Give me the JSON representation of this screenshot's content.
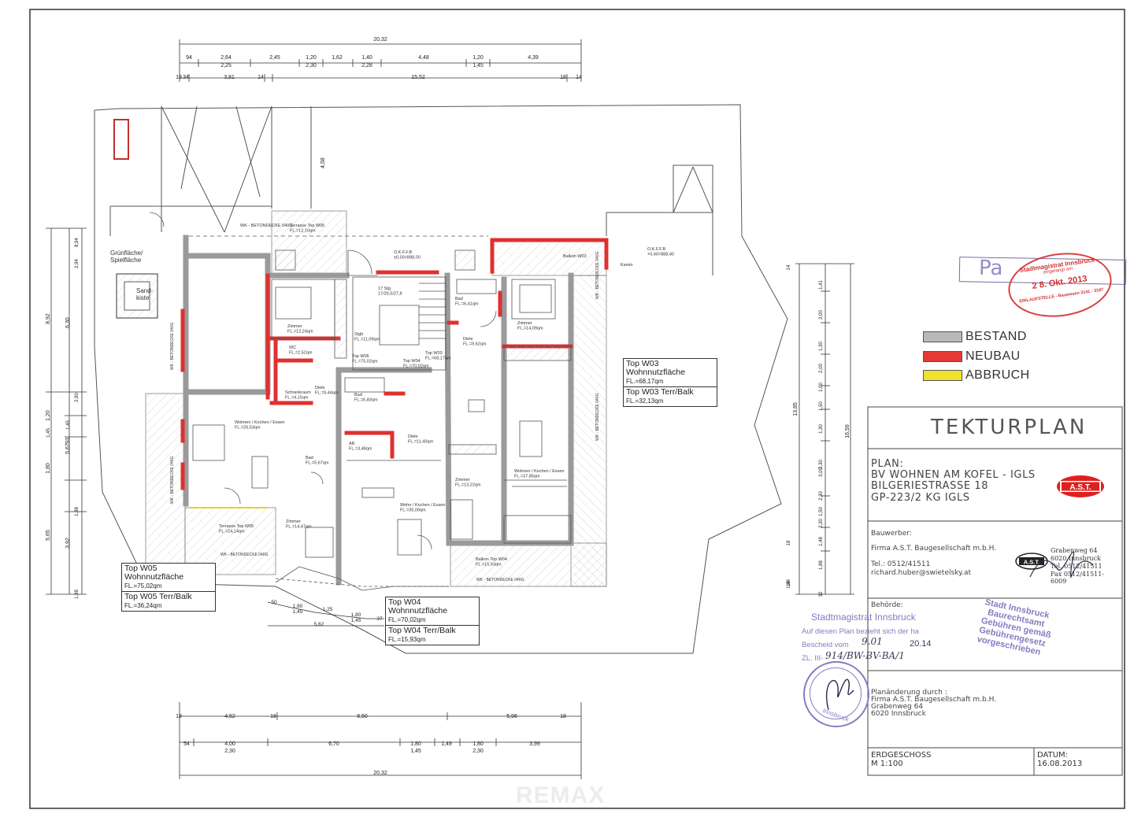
{
  "dimensions": {
    "top_total": "20,32",
    "top_row1": [
      "94",
      "2,64",
      "2,45",
      "1,20",
      "1,62",
      "1,40",
      "4,48",
      "1,20",
      "4,39"
    ],
    "top_row1_sub": [
      "2,25",
      "2,30",
      "2,28",
      "1,45"
    ],
    "top_row2": [
      "18",
      "34",
      "3,81",
      "14",
      "15,52",
      "18",
      "14"
    ],
    "top_vertical": "4,58",
    "left_vertical": [
      "8,92",
      "6,30",
      "1,20",
      "93",
      "1,80",
      "5,67",
      "5,65",
      "3,92"
    ],
    "left_small": [
      "2,94",
      "8,94",
      "2,90",
      "1,45",
      "1,45",
      "1,88",
      "1,88"
    ],
    "right_vertical_outer": [
      "13,85",
      "16,59"
    ],
    "right_vertical_inner": [
      "14",
      "1,41",
      "2,00",
      "1,30",
      "2,00",
      "1,00",
      "1,50",
      "1,30",
      "2,30",
      "3,00",
      "2,30",
      "1,50",
      "2,30",
      "1,48",
      "1,88",
      "1,88",
      "14",
      "18",
      "32"
    ],
    "bottom_row1": [
      "18",
      "4,52",
      "18",
      "8,50",
      "5,98",
      "18"
    ],
    "bottom_row2": [
      "54",
      "4,00",
      "6,70",
      "1,80",
      "1,49",
      "1,80",
      "3,99"
    ],
    "bottom_row2_sub": [
      "2,30",
      "1,45",
      "2,30"
    ],
    "bottom_total": "20,32",
    "bay_dims": [
      "50",
      "1,80",
      "1,45",
      "1,25",
      "1,80",
      "1,45",
      "5,62",
      "37"
    ]
  },
  "rooms": {
    "gruenflaeche": "Grünfläche/\nSpielfläche",
    "sandkiste": "Sand-\nkiste",
    "terrasse_w05_top": "Terrasse Top W05\nFL.=12,10qm",
    "okffb_1": "O.K.F.F.B\n±0,00=888,00",
    "okffb_2": "O.K.F.F.B\n+0,40=888,40",
    "zimmer_w05": "Zimmer\nFL.=12,24qm",
    "wc": "WC\nFL.=2,52qm",
    "schrankraum": "Schrankraum\nFL.=4,15qm",
    "diele_w05": "Diele\nFL.=9,44qm",
    "stgh": "Stgh\nFL.=11,09qm",
    "top_w05_lbl": "Top W05\nFL.=75,02qm",
    "top_w04_lbl": "Top W04\nFL.=70,02qm",
    "top_w03_lbl": "Top W03\nFL.=68,17qm",
    "bad_w03": "Bad\nFL.=6,41qm",
    "diele_w03": "Diele\nFL.=9,62qm",
    "zimmer_w03": "Zimmer\nFL.=14,09qm",
    "balkon_w03": "Balkon W03",
    "wohnen_w05": "Wohnen / Kochen / Essen\nFL.=26,53qm",
    "bad_w04": "Bad\nFL.=6,83qm",
    "ar": "AR\nFL.=3,48qm",
    "diele_w04": "Diele\nFL.=11,40qm",
    "bad_w05": "Bad\nFL.=5,67qm",
    "zimmer_w05b": "Zimmer\nFL.=14,47qm",
    "zimmer_w04": "Zimmer\nFL.=13,22qm",
    "wohnen_w04": "Wohn / Kochen / Essen\nFL.=35,09qm",
    "wohnen_w03": "Wohnen / Kochen / Essen\nFL.=37,85qm",
    "terrasse_w05": "Terrasse Top W05\nFL.=24,14qm",
    "balkon_w04": "Balkon Top W04\nFL.=15,93qm",
    "stair": "17 Stg\n17/26,5/27,8",
    "betondecke": "WK - BETONDECKE 040G",
    "kamin": "Kamin",
    "wk_top": "WK - BETONDECKE 040G"
  },
  "unit_boxes": {
    "w03": {
      "name": "Top W03\nWohnnutzfläche",
      "area": "FL.=68,17qm",
      "terr": "Top W03 Terr/Balk",
      "terr_area": "FL.=32,13qm"
    },
    "w05": {
      "name": "Top W05\nWohnnutzfläche",
      "area": "FL.=75,02qm",
      "terr": "Top W05 Terr/Balk",
      "terr_area": "FL.=36,24qm"
    },
    "w04": {
      "name": "Top W04\nWohnnutzfläche",
      "area": "FL.=70,02qm",
      "terr": "Top W04 Terr/Balk",
      "terr_area": "FL.=15,93qm"
    }
  },
  "legend": [
    {
      "label": "BESTAND",
      "color": "#b8b8b8"
    },
    {
      "label": "NEUBAU",
      "color": "#e53935"
    },
    {
      "label": "ABBRUCH",
      "color": "#f0e030"
    }
  ],
  "titleblock": {
    "title": "TEKTURPLAN",
    "plan_label": "PLAN:",
    "plan_lines": [
      "BV WOHNEN AM KOFEL - IGLS",
      "BILGERIESTRASSE 18",
      "GP-223/2 KG IGLS"
    ],
    "logo": "A.S.T.",
    "bauwerber_label": "Bauwerber:",
    "bauwerber": "Firma A.S.T. Baugesellschaft m.b.H.",
    "tel": "Tel.: 0512/41511",
    "email": "richard.huber@swietelsky.at",
    "stamp_lines": [
      "Grabenweg 64",
      "6020 Innsbruck",
      "Tel. 0512/41511",
      "Fax 0512/41511-6009"
    ],
    "behoerde_label": "Behörde:",
    "planaenderung": [
      "Planänderung durch :",
      "Firma A.S.T. Baugesellschaft m.b.H.",
      "Grabenweg 64",
      "6020 Innsbruck"
    ],
    "geschoss": "ERDGESCHOSS",
    "massstab": "M 1:100",
    "datum_label": "DATUM:",
    "datum": "16.08.2013"
  },
  "stamps": {
    "round_top": [
      "Stadtmagistrat Innsbruck",
      "eingelangt am",
      "2 8. Okt. 2013",
      "EINLAUFSTELLE - Bauwesen 3141 - 3187"
    ],
    "round_top_box": "Pa",
    "stadtmagistrat": "Stadtmagistrat Innsbruck",
    "bezieht": "Auf diesen Plan bezieht sich der ha",
    "bescheid": "Bescheid vom",
    "bescheid_date": "9.01",
    "bescheid_year": "20.14",
    "zl": "ZL. III-",
    "zl_hand": "914/BW-BV-BA/1",
    "baurecht": [
      "Stadt Innsbruck",
      "Baurechtsamt",
      "Gebühren gemäß",
      "Gebührengesetz",
      "vorgeschrieben"
    ],
    "round_bottom": "Innsbruck"
  },
  "watermark": "REMAX"
}
